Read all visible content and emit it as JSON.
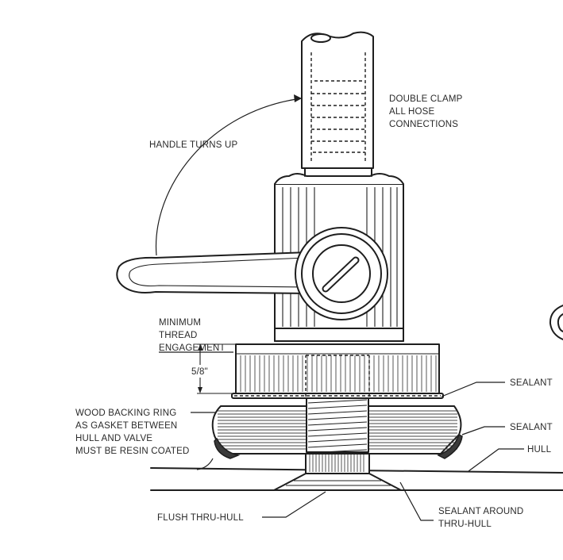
{
  "labels": {
    "double_clamp": [
      "DOUBLE CLAMP",
      "ALL HOSE",
      "CONNECTIONS"
    ],
    "handle_turns_up": "HANDLE TURNS UP",
    "minimum_thread": [
      "MINIMUM",
      "THREAD",
      "ENGAGEMENT"
    ],
    "dimension": "5/8\"",
    "wood_backing": [
      "WOOD BACKING RING",
      "AS GASKET BETWEEN",
      "HULL AND VALVE",
      "MUST BE RESIN COATED"
    ],
    "sealant_upper": "SEALANT",
    "sealant_lower": "SEALANT",
    "hull": "HULL",
    "flush_thru_hull": "FLUSH THRU-HULL",
    "sealant_around": [
      "SEALANT AROUND",
      "THRU-HULL"
    ]
  },
  "icons": {
    "curved_arrow": "curved-arrow-icon",
    "partial_circle": "partial-circle-icon"
  }
}
